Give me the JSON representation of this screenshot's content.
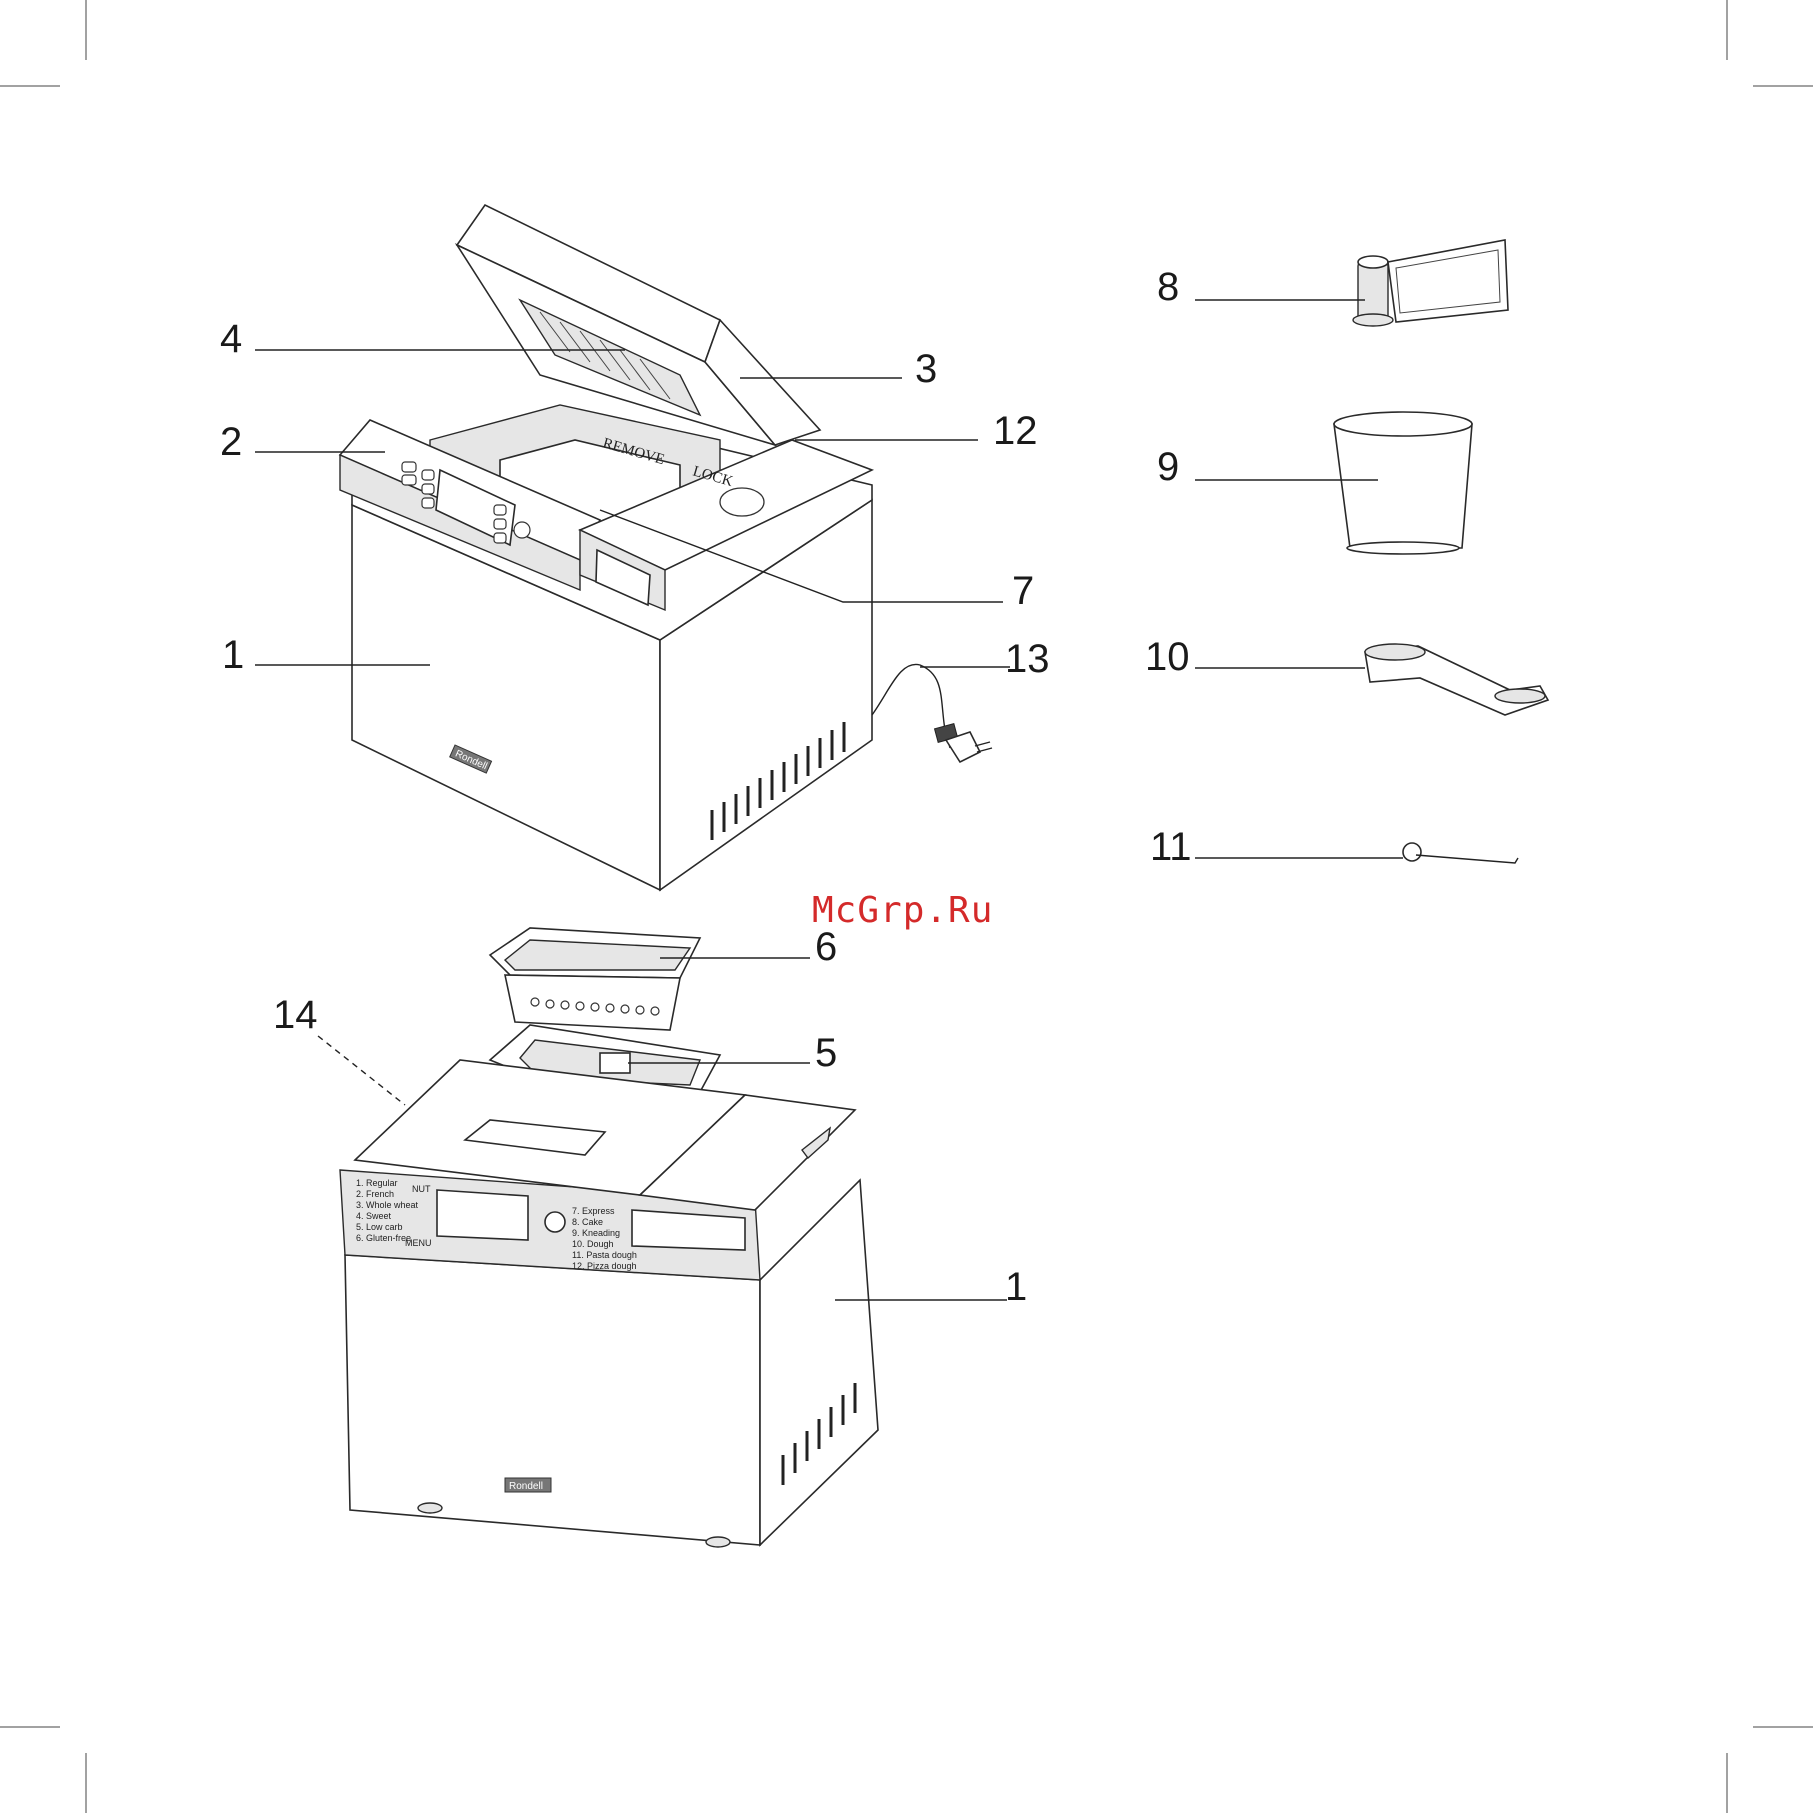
{
  "callouts": {
    "c1_top": "1",
    "c2": "2",
    "c3": "3",
    "c4": "4",
    "c5": "5",
    "c6": "6",
    "c7": "7",
    "c8": "8",
    "c9": "9",
    "c10": "10",
    "c11": "11",
    "c12": "12",
    "c13": "13",
    "c14": "14",
    "c1_bottom": "1"
  },
  "watermark": "McGrp.Ru",
  "lid_inscription": {
    "remove": "REMOVE",
    "lock": "LOCK"
  },
  "brand": "Rondell",
  "program_list_left": [
    "1. Regular",
    "2. French",
    "3. Whole wheat",
    "4. Sweet",
    "5. Low carb",
    "6. Gluten-free"
  ],
  "program_list_right": [
    "7. Express",
    "8. Cake",
    "9. Kneading",
    "10. Dough",
    "11. Pasta dough",
    "12. Pizza dough"
  ],
  "panel_labels": {
    "menu": "MENU",
    "nut": "NUT"
  }
}
